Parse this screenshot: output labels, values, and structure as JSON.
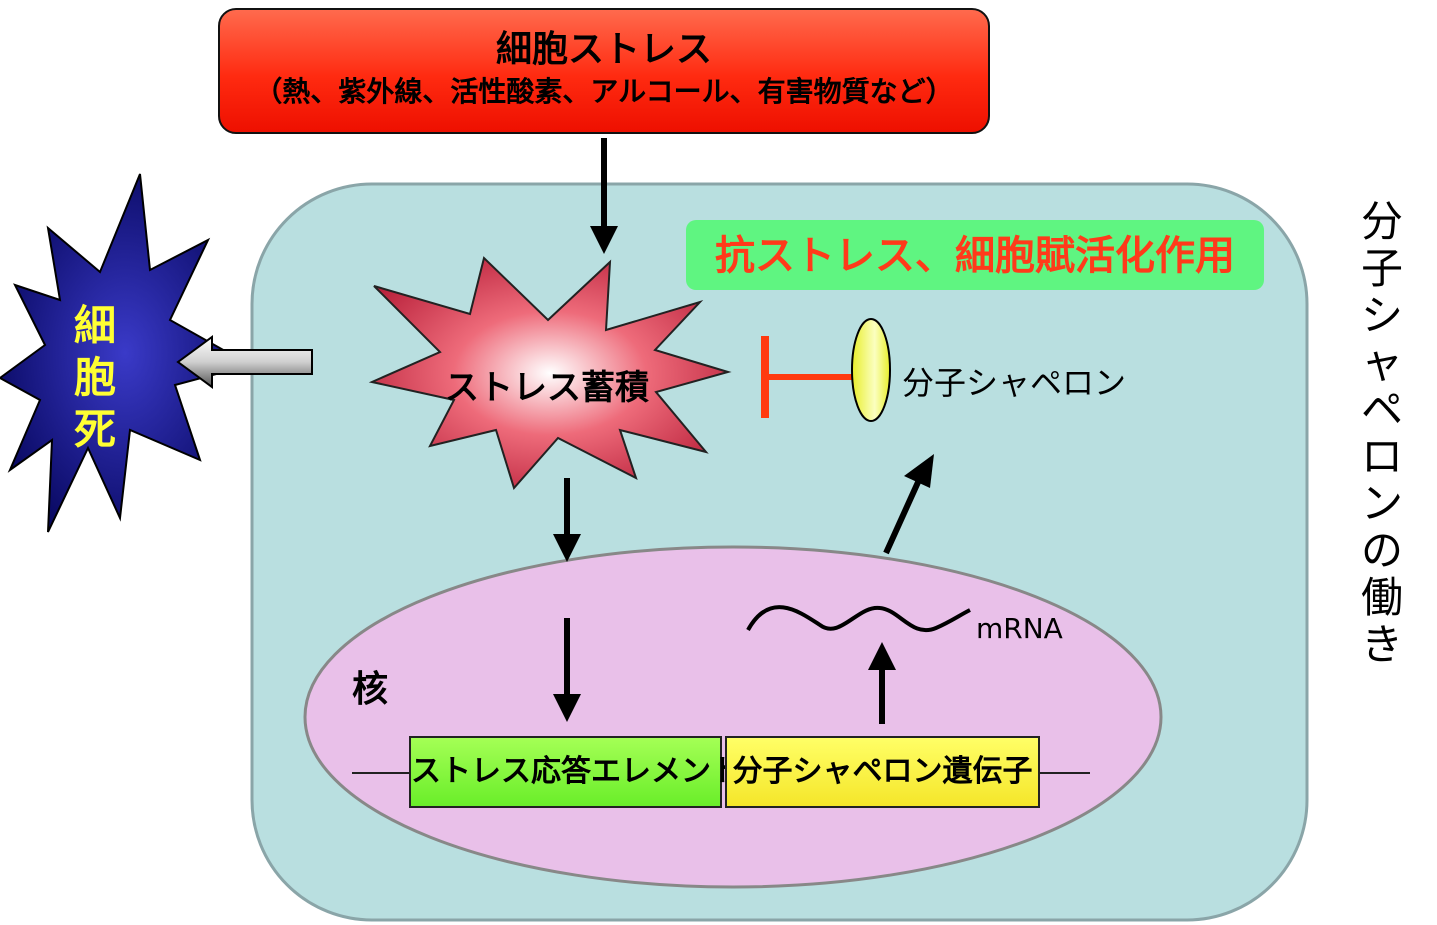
{
  "stress_box": {
    "title": "細胞ストレス",
    "subtitle": "（熱、紫外線、活性酸素、アルコール、有害物質など）"
  },
  "side_title": "分子シャペロンの働き",
  "cell_death": "細胞死",
  "stress_accumulation": "ストレス蓄積",
  "anti_stress": "抗ストレス、細胞賦活化作用",
  "chaperone": "分子シャペロン",
  "nucleus": "核",
  "mrna": "mRNA",
  "stress_response_element": "ストレス応答エレメント",
  "chaperone_gene": "分子シャペロン遺伝子",
  "colors": {
    "cell": "#b9dfe0",
    "nucleus": "#e9c0e9",
    "inhibit": "#ff3a10",
    "stress_red": "#ff2a10",
    "death_fill": "#0a0a6e",
    "anti_stress_bg": "#5ff581"
  }
}
